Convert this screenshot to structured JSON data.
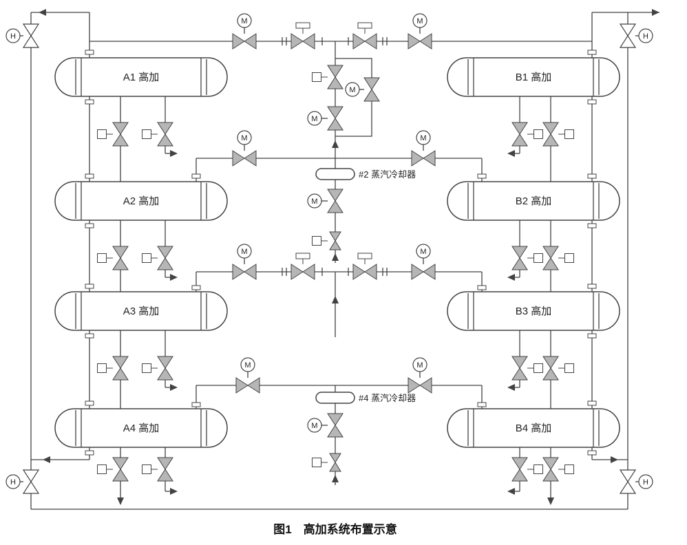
{
  "figure": {
    "caption": "图1　高加系统布置示意"
  },
  "labels": {
    "motor": "M",
    "hand": "H"
  },
  "vessels": {
    "a1": "A1 高加",
    "a2": "A2 高加",
    "a3": "A3 高加",
    "a4": "A4 高加",
    "b1": "B1 高加",
    "b2": "B2 高加",
    "b3": "B3 高加",
    "b4": "B4 高加"
  },
  "coolers": {
    "c2": "#2 蒸汽冷却器",
    "c4": "#4 蒸汽冷却器"
  },
  "colors": {
    "line": "#424242",
    "valve_fill": "#b6b6b6",
    "background": "#ffffff"
  }
}
